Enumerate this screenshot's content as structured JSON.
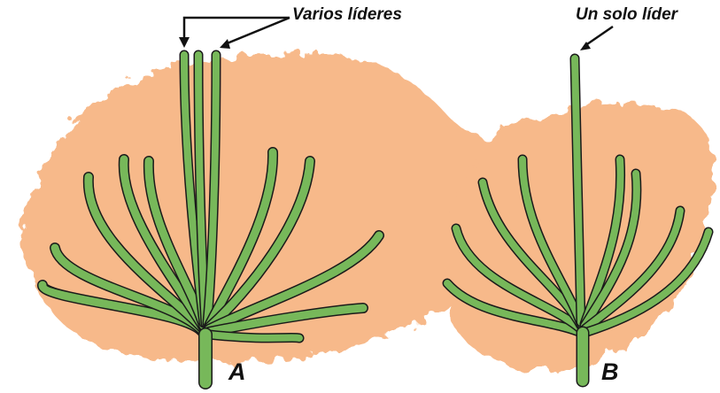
{
  "labels": {
    "multiple_leaders": "Varios líderes",
    "single_leader": "Un solo líder",
    "plant_a": "A",
    "plant_b": "B"
  },
  "colors": {
    "background_wash": "#f7b98a",
    "stem_fill": "#77b85a",
    "outline": "#1a1a1a"
  }
}
